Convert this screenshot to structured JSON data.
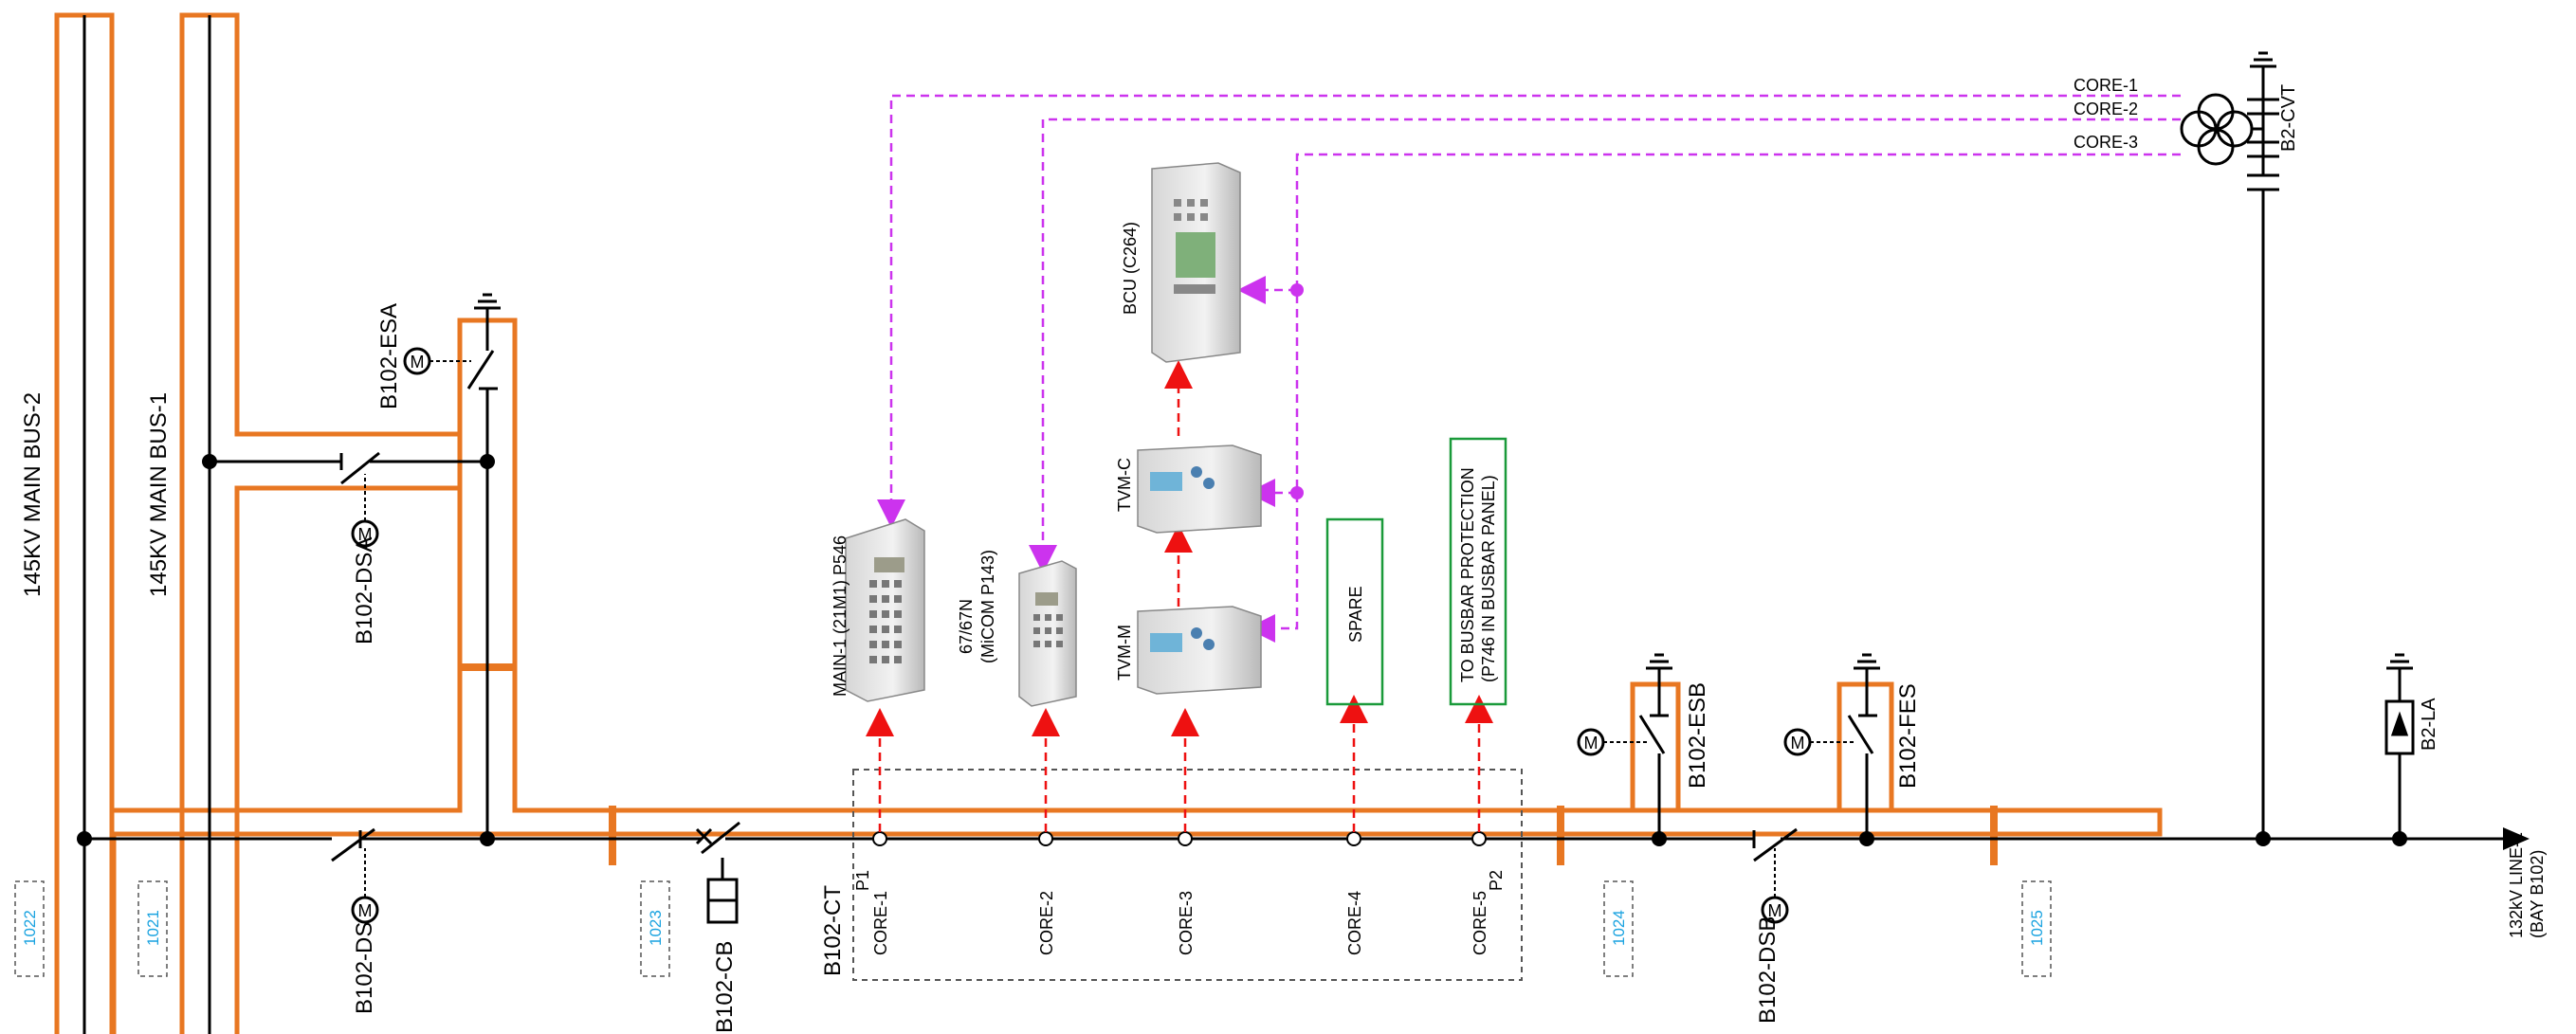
{
  "colors": {
    "bus_outline": "#e87722",
    "main_line": "#000000",
    "vt_circuit": "#cc33ee",
    "ct_circuit": "#ee1111",
    "box_border": "#1a9a3a",
    "zone_label": "#1aa3e0"
  },
  "buses": {
    "bus2": "145KV MAIN BUS-2",
    "bus1": "145KV MAIN BUS-1"
  },
  "devices": {
    "esa": "B102-ESA",
    "dsa": "B102-DSA",
    "ds": "B102-DS",
    "cb": "B102-CB",
    "ct": "B102-CT",
    "dsb": "B102-DSB",
    "esb": "B102-ESB",
    "fes": "B102-FES",
    "cvt": "B2-CVT",
    "la": "B2-LA",
    "motor": "M"
  },
  "zones": [
    "1022",
    "1021",
    "1023",
    "1024",
    "1025"
  ],
  "ct_cores": [
    "CORE-1",
    "CORE-2",
    "CORE-3",
    "CORE-4",
    "CORE-5"
  ],
  "ct_polarity": {
    "p1": "P1",
    "p2": "P2"
  },
  "cvt_cores": [
    "CORE-1",
    "CORE-2",
    "CORE-3"
  ],
  "relays": {
    "main1": "MAIN-1 (21M1) P546",
    "oc_line1": "67/67N",
    "oc_line2": "(MiCOM P143)",
    "bcu": "BCU (C264)",
    "tvmc": "TVM-C",
    "tvmm": "TVM-M"
  },
  "boxes": {
    "spare": "SPARE",
    "busbar_line1": "TO BUSBAR PROTECTION",
    "busbar_line2": "(P746 IN BUSBAR PANEL)"
  },
  "line_end": {
    "line1": "132kV LINE-1",
    "line2": "(BAY B102)"
  }
}
